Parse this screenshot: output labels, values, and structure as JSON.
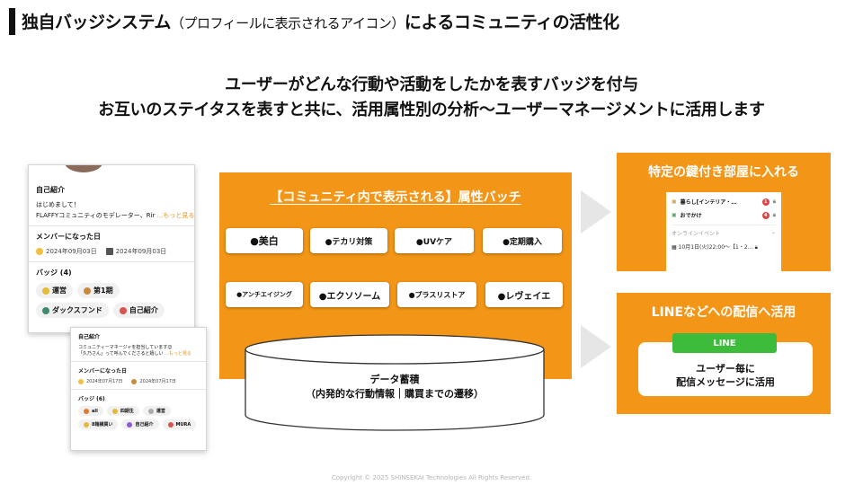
{
  "title": {
    "main_pre": "独自バッジシステム",
    "paren": "（プロフィールに表示されるアイコン）",
    "main_post": "によるコミュニティの活性化"
  },
  "lead": {
    "line1": "ユーザーがどんな行動や活動をしたかを表すバッジを付与",
    "line2": "お互いのステイタスを表すと共に、活用属性別の分析〜ユーザーマネージメントに活用します"
  },
  "profile_card_1": {
    "intro_heading": "自己紹介",
    "intro_line1": "はじめまして！",
    "intro_line2": "FLAFFYコミュニティのモデレーター、Rir",
    "more": "...もっと見る",
    "member_heading": "メンバーになった日",
    "date1": "2024年09月03日",
    "date2": "2024年09月03日",
    "badge_heading": "バッジ (4)",
    "badges": [
      {
        "label": "運営",
        "color": "#e6b93a"
      },
      {
        "label": "第1期",
        "color": "#c98a3e"
      },
      {
        "label": "ダックスフンド",
        "color": "#3f8a6a"
      },
      {
        "label": "自己紹介",
        "color": "#d9534f"
      }
    ]
  },
  "profile_card_2": {
    "intro_heading": "自己紹介",
    "intro_line1": "コミュニティーマネージャを担当しています😊",
    "intro_line2": "「久乃さん」って呼んでくださると嬉しい",
    "more": "...もっと見る",
    "member_heading": "メンバーになった日",
    "date1": "2024年07月17日",
    "date2": "2024年07月17日",
    "badge_heading": "バッジ (6)",
    "badges": [
      {
        "label": "all",
        "color": "#e07a2e"
      },
      {
        "label": "四期生",
        "color": "#e6b93a"
      },
      {
        "label": "運営",
        "color": "#aaaaaa"
      },
      {
        "label": "8箱横買い",
        "color": "#e6b93a"
      },
      {
        "label": "自己紹介",
        "color": "#8e5bd6"
      },
      {
        "label": "MURA",
        "color": "#d9534f"
      }
    ]
  },
  "panel": {
    "title": "【コミュニティ内で表示される】属性バッチ",
    "chips": [
      "●美白",
      "●テカリ対策",
      "●UVケア",
      "●定期購入",
      "●アンチエイジング",
      "●エクソソーム",
      "●プラスリストア",
      "●レヴェイエ"
    ],
    "storage_line1": "データ蓄積",
    "storage_line2": "（内発的な行動情報｜購買までの遷移）"
  },
  "right_box_1": {
    "title": "特定の鍵付き部屋に入れる",
    "room1": "暮らし[インテリア・…",
    "room1_count": "1",
    "room2": "おでかけ",
    "room2_count": "4",
    "event_label": "オンラインイベント",
    "event_item": "10月1日(火)22:00〜【1・2…"
  },
  "right_box_2": {
    "title": "LINEなどへの配信へ活用",
    "line_button": "LINE",
    "text_line1": "ユーザー毎に",
    "text_line2": "配信メッセージに活用"
  },
  "copyright": "Copyright © 2025 SHINSEKAI Technologies All Rights Reserved.",
  "colors": {
    "accent": "#f39617",
    "line_green": "#3dbb3a",
    "arrow": "#e6e6e6"
  }
}
